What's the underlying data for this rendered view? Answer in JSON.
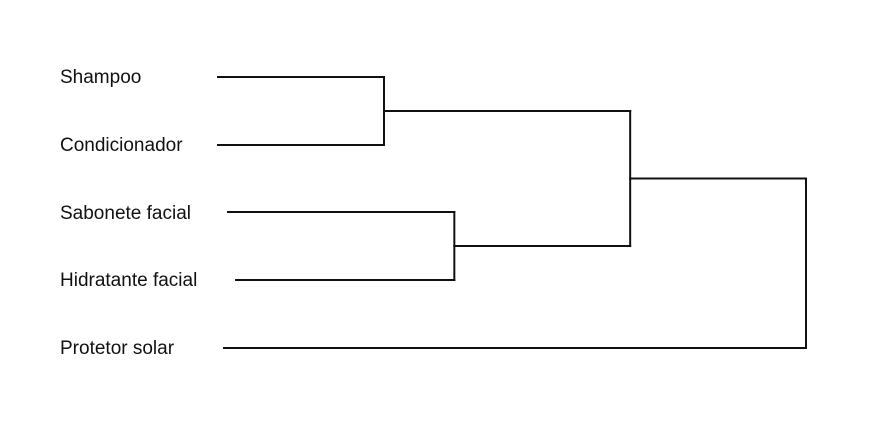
{
  "diagram": {
    "type": "dendrogram",
    "leaves": [
      {
        "id": "shampoo",
        "label": "Shampoo"
      },
      {
        "id": "condicionador",
        "label": "Condicionador"
      },
      {
        "id": "sabonete",
        "label": "Sabonete facial"
      },
      {
        "id": "hidratante",
        "label": "Hidratante facial"
      },
      {
        "id": "protetor",
        "label": "Protetor solar"
      }
    ],
    "merges": [
      {
        "id": "m1",
        "children": [
          "shampoo",
          "condicionador"
        ],
        "height": 1.0
      },
      {
        "id": "m2",
        "children": [
          "sabonete",
          "hidratante"
        ],
        "height": 1.4
      },
      {
        "id": "m3",
        "children": [
          "m1",
          "m2"
        ],
        "height": 2.4
      },
      {
        "id": "m4",
        "children": [
          "m3",
          "protetor"
        ],
        "height": 3.4
      }
    ],
    "line_color": "#111111",
    "text_color": "#111111"
  }
}
